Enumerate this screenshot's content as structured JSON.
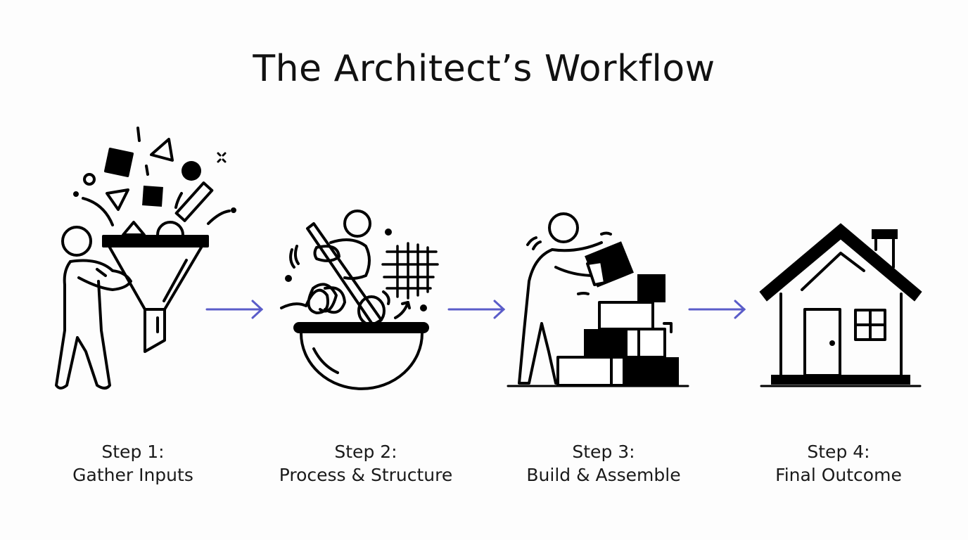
{
  "title": "The Architect’s Workflow",
  "accent_color": "#5a5cc9",
  "steps": [
    {
      "step": "Step 1:",
      "name": "Gather Inputs",
      "icon": "funnel-person-icon"
    },
    {
      "step": "Step 2:",
      "name": "Process & Structure",
      "icon": "mixing-bowl-person-icon"
    },
    {
      "step": "Step 3:",
      "name": "Build & Assemble",
      "icon": "stacking-blocks-person-icon"
    },
    {
      "step": "Step 4:",
      "name": "Final Outcome",
      "icon": "house-icon"
    }
  ],
  "arrows": [
    "arrow-right-icon",
    "arrow-right-icon",
    "arrow-right-icon"
  ]
}
